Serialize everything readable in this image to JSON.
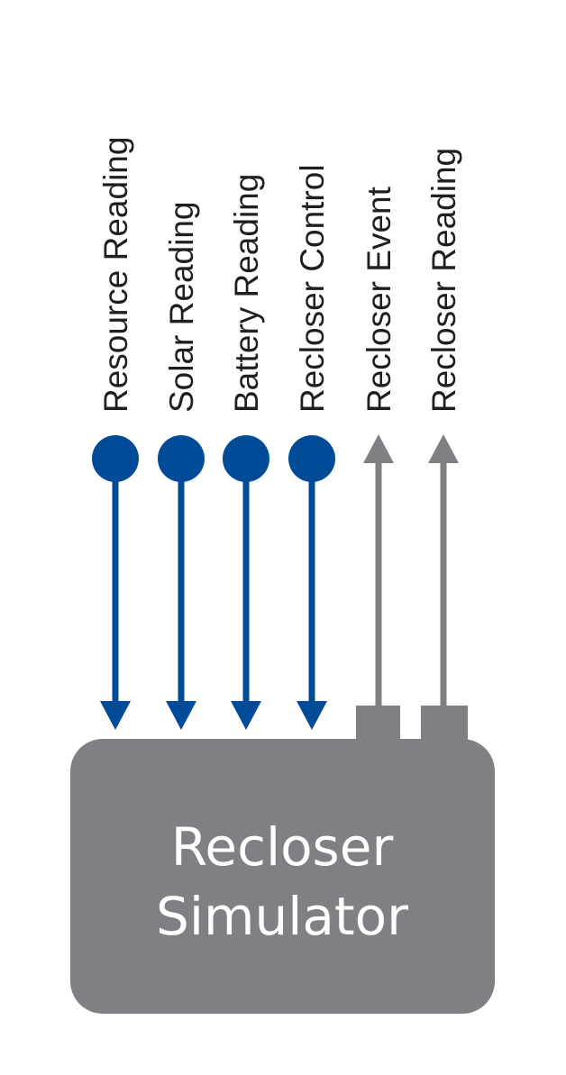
{
  "colors": {
    "input_blue": "#004B98",
    "output_gray": "#808084",
    "box_gray": "#7F7F84",
    "label_text": "#1F1F1F",
    "title_text": "#FFFFFF"
  },
  "signals": [
    {
      "label": "Resource Reading",
      "direction": "input"
    },
    {
      "label": "Solar Reading",
      "direction": "input"
    },
    {
      "label": "Battery Reading",
      "direction": "input"
    },
    {
      "label": "Recloser Control",
      "direction": "input"
    },
    {
      "label": "Recloser Event",
      "direction": "output"
    },
    {
      "label": "Recloser Reading",
      "direction": "output"
    }
  ],
  "box": {
    "title_line1": "Recloser",
    "title_line2": "Simulator"
  }
}
